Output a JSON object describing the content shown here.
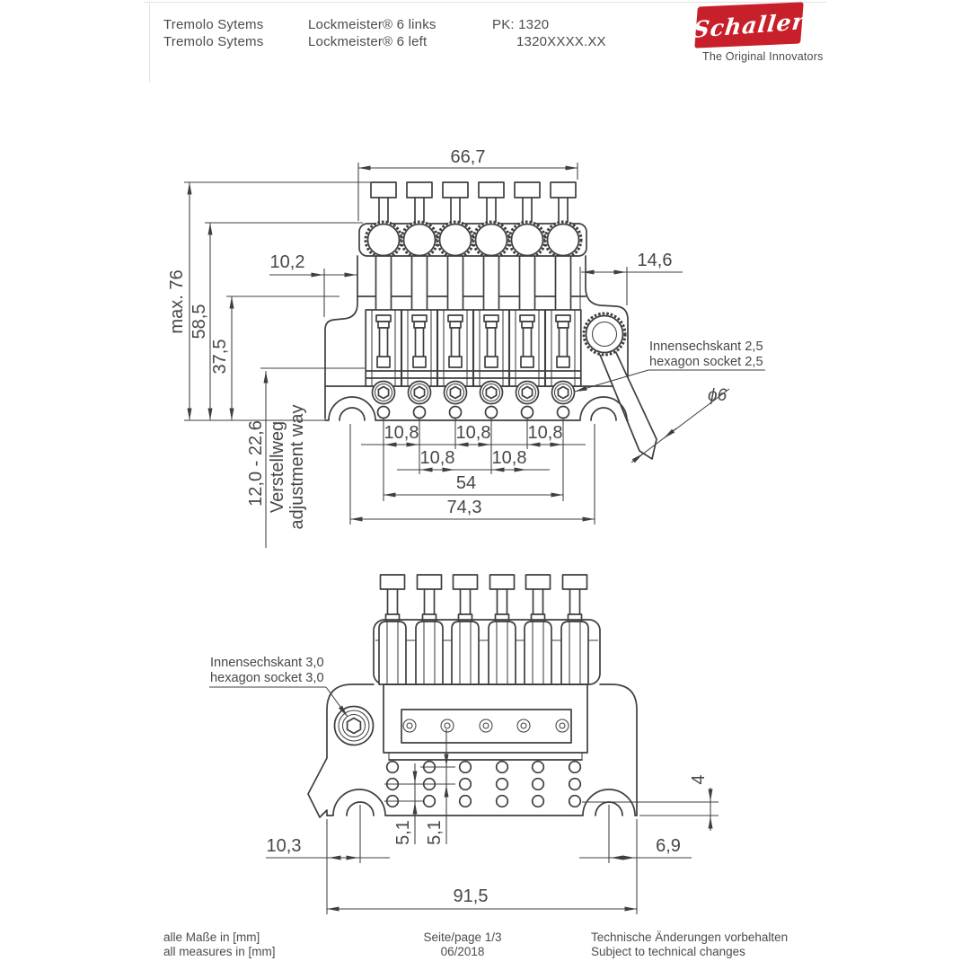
{
  "header": {
    "product_line1": "Tremolo Sytems",
    "product_line2": "Tremolo Sytems",
    "model_line1": "Lockmeister® 6 links",
    "model_line2": "Lockmeister® 6 left",
    "pk_line1": "PK: 1320",
    "pk_line2": "1320XXXX.XX"
  },
  "logo": {
    "brand": "Schaller",
    "tagline": "The Original Innovators",
    "color": "#c8202a"
  },
  "front_view": {
    "dim_overall_width": "66,7",
    "dim_max_height": "max. 76",
    "dim_height_locknuts": "58,5",
    "dim_height_plate": "37,5",
    "dim_left_inset": "10,2",
    "dim_right_inset": "14,6",
    "dim_adjust_range": "12,0 - 22,6",
    "adjust_label_de": "Verstellweg",
    "adjust_label_en": "adjustment way",
    "string_spacings": [
      "10,8",
      "10,8",
      "10,8",
      "10,8",
      "10,8"
    ],
    "dim_span_outer": "54",
    "dim_base_width": "74,3",
    "socket_note_de": "Innensechskant 2,5",
    "socket_note_en": "hexagon socket 2,5",
    "dim_arm_diameter": "ϕ6"
  },
  "back_view": {
    "socket_note_de": "Innensechskant 3,0",
    "socket_note_en": "hexagon socket 3,0",
    "dim_hole_gap_a": "5,1",
    "dim_hole_gap_b": "5,1",
    "dim_base_lip": "4",
    "dim_left_stud": "10,3",
    "dim_right_stud": "6,9",
    "dim_overall_width": "91,5"
  },
  "footer": {
    "units_de": "alle Maße in [mm]",
    "units_en": "all measures in [mm]",
    "page_label": "Seite/page 1/3",
    "date": "06/2018",
    "notice_de": "Technische Änderungen vorbehalten",
    "notice_en": "Subject to technical changes"
  }
}
